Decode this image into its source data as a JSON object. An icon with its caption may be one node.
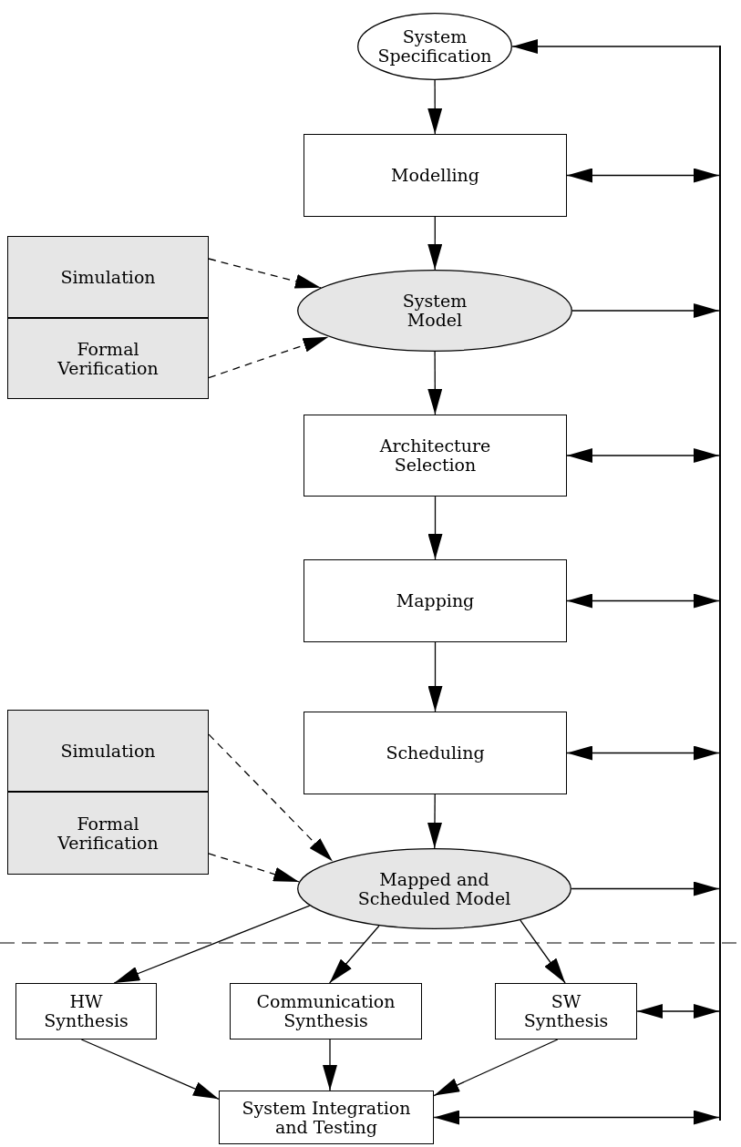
{
  "diagram": {
    "nodes": [
      {
        "text": [
          "System Specification"
        ]
      },
      {
        "text": [
          "Modelling"
        ]
      },
      {
        "text": [
          "Simulation"
        ]
      },
      {
        "text": [
          "Formal Verification"
        ]
      },
      {
        "text": [
          "System Model"
        ]
      },
      {
        "text": [
          "Architecture Selection"
        ]
      },
      {
        "text": [
          "Mapping"
        ]
      },
      {
        "text": [
          "Scheduling"
        ]
      },
      {
        "text": [
          "Simulation"
        ]
      },
      {
        "text": [
          "Formal Verification"
        ]
      },
      {
        "text": [
          "Mapped and Scheduled Model"
        ]
      },
      {
        "text": [
          "HW Synthesis"
        ]
      },
      {
        "text": [
          "Communication Synthesis"
        ]
      },
      {
        "text": [
          "SW Synthesis"
        ]
      },
      {
        "text": [
          "System Integration and Testing"
        ]
      },
      {
        "text": [],
        "shape": "bar"
      }
    ],
    "edges": [
      {
        "from": 0,
        "to": 1,
        "arrow": "to"
      },
      {
        "from": 1,
        "to": 4,
        "arrow": "to"
      },
      {
        "from": 2,
        "to": 4,
        "arrow": "to",
        "style": "dashed"
      },
      {
        "from": 3,
        "to": 4,
        "arrow": "to",
        "style": "dashed"
      },
      {
        "from": 4,
        "to": 5,
        "arrow": "to"
      },
      {
        "from": 5,
        "to": 6,
        "arrow": "to"
      },
      {
        "from": 6,
        "to": 7,
        "arrow": "to"
      },
      {
        "from": 7,
        "to": 10,
        "arrow": "to"
      },
      {
        "from": 8,
        "to": 10,
        "arrow": "to",
        "style": "dashed"
      },
      {
        "from": 9,
        "to": 10,
        "arrow": "to",
        "style": "dashed"
      },
      {
        "from": 10,
        "to": 11,
        "arrow": "to"
      },
      {
        "from": 10,
        "to": 12,
        "arrow": "to"
      },
      {
        "from": 10,
        "to": 13,
        "arrow": "to"
      },
      {
        "from": 11,
        "to": 14,
        "arrow": "to"
      },
      {
        "from": 12,
        "to": 14,
        "arrow": "to"
      },
      {
        "from": 13,
        "to": 14,
        "arrow": "to"
      },
      {
        "from": 15,
        "to": 0,
        "arrow": "to"
      },
      {
        "from": 1,
        "to": 15,
        "arrow": "both"
      },
      {
        "from": 4,
        "to": 15,
        "arrow": "to"
      },
      {
        "from": 5,
        "to": 15,
        "arrow": "both"
      },
      {
        "from": 6,
        "to": 15,
        "arrow": "both"
      },
      {
        "from": 7,
        "to": 15,
        "arrow": "both"
      },
      {
        "from": 10,
        "to": 15,
        "arrow": "to"
      },
      {
        "from": 13,
        "to": 15,
        "arrow": "both"
      },
      {
        "from": 14,
        "to": 15,
        "arrow": "both"
      }
    ]
  }
}
